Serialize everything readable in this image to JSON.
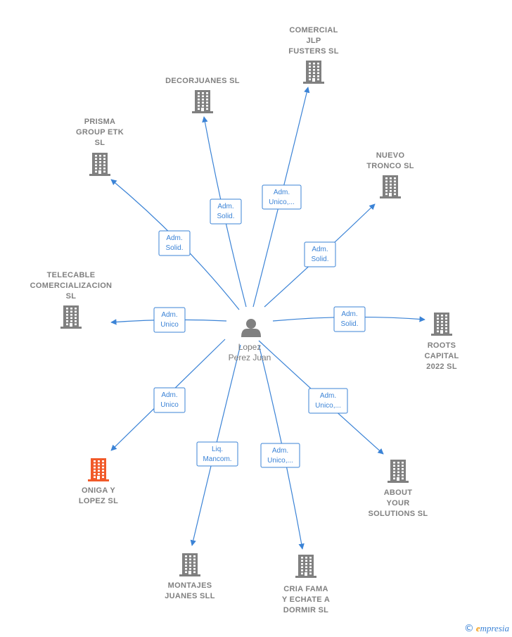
{
  "center": {
    "label_line1": "Lopez",
    "label_line2": "Perez Juan"
  },
  "colors": {
    "edge": "#3b83d6",
    "building": "#808080",
    "building_highlight": "#f15a29"
  },
  "companies": [
    {
      "id": "comercial",
      "lines": [
        "COMERCIAL",
        "JLP",
        "FUSTERS  SL"
      ],
      "role": [
        "Adm.",
        "Unico,..."
      ],
      "highlight": false
    },
    {
      "id": "decorjuanes",
      "lines": [
        "DECORJUANES SL"
      ],
      "role": [
        "Adm.",
        "Solid."
      ],
      "highlight": false
    },
    {
      "id": "prisma",
      "lines": [
        "PRISMA",
        "GROUP ETK",
        "SL"
      ],
      "role": [
        "Adm.",
        "Solid."
      ],
      "highlight": false
    },
    {
      "id": "nuevo",
      "lines": [
        "NUEVO",
        "TRONCO  SL"
      ],
      "role": [
        "Adm.",
        "Solid."
      ],
      "highlight": false
    },
    {
      "id": "telecable",
      "lines": [
        "TELECABLE",
        "COMERCIALIZACION",
        "SL"
      ],
      "role": [
        "Adm.",
        "Unico"
      ],
      "highlight": false
    },
    {
      "id": "roots",
      "lines": [
        "ROOTS",
        "CAPITAL",
        "2022  SL"
      ],
      "role": [
        "Adm.",
        "Solid."
      ],
      "highlight": false
    },
    {
      "id": "oniga",
      "lines": [
        "ONIGA Y",
        "LOPEZ  SL"
      ],
      "role": [
        "Adm.",
        "Unico"
      ],
      "highlight": true
    },
    {
      "id": "about",
      "lines": [
        "ABOUT",
        "YOUR",
        "SOLUTIONS  SL"
      ],
      "role": [
        "Adm.",
        "Unico,..."
      ],
      "highlight": false
    },
    {
      "id": "montajes",
      "lines": [
        "MONTAJES",
        "JUANES  SLL"
      ],
      "role": [
        "Liq.",
        "Mancom."
      ],
      "highlight": false
    },
    {
      "id": "cria",
      "lines": [
        "CRIA FAMA",
        "Y ECHATE A",
        "DORMIR  SL"
      ],
      "role": [
        "Adm.",
        "Unico,..."
      ],
      "highlight": false
    }
  ],
  "brand": {
    "copyright": "©",
    "initial": "e",
    "rest": "mpresia"
  }
}
